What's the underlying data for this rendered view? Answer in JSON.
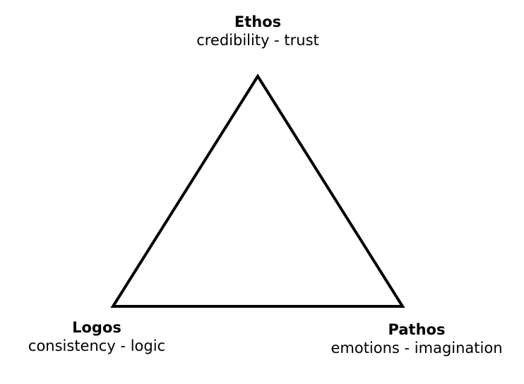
{
  "diagram": {
    "vertices": {
      "top": {
        "title": "Ethos",
        "subtitle": "credibility - trust"
      },
      "left": {
        "title": "Logos",
        "subtitle": "consistency - logic"
      },
      "right": {
        "title": "Pathos",
        "subtitle": "emotions - imagination"
      }
    },
    "colors": {
      "stroke": "#000000",
      "background": "#ffffff",
      "text": "#000000"
    }
  }
}
